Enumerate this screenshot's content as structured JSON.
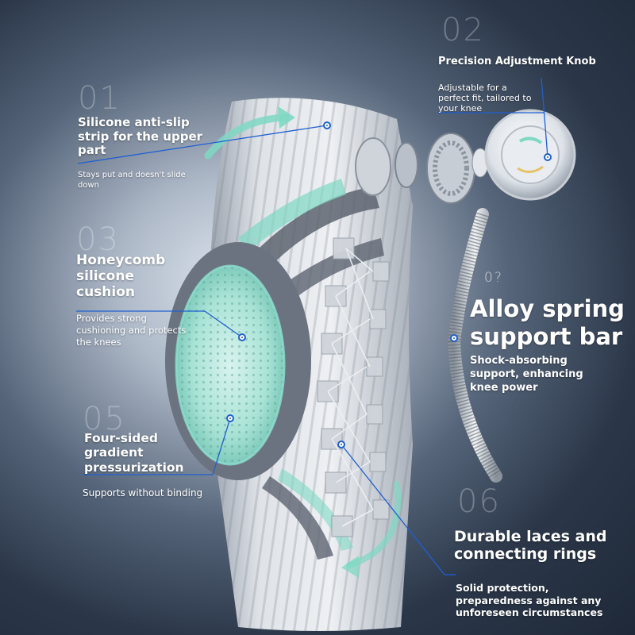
{
  "features": [
    {
      "number": "01",
      "title": "Silicone anti-slip strip for the upper part",
      "description": "Stays put and doesn't slide down"
    },
    {
      "number": "02",
      "title": "Precision Adjustment Knob",
      "description": "Adjustable for a perfect fit, tailored to your knee"
    },
    {
      "number": "03",
      "title": "Honeycomb silicone cushion",
      "description": "Provides strong cushioning and protects the knees"
    },
    {
      "number": "0?",
      "title": "Alloy spring support bar",
      "description": "Shock-absorbing support, enhancing knee power"
    },
    {
      "number": "05",
      "title": "Four-sided gradient pressurization",
      "description": "Supports without binding"
    },
    {
      "number": "06",
      "title": "Durable laces and connecting rings",
      "description": "Solid protection, preparedness against any unforeseen circumstances"
    }
  ],
  "colors": {
    "accent_teal": "#7fd8c4",
    "callout_blue": "#1f5fd0",
    "fabric_light": "#d9dde3",
    "fabric_dark": "#5d6470"
  }
}
